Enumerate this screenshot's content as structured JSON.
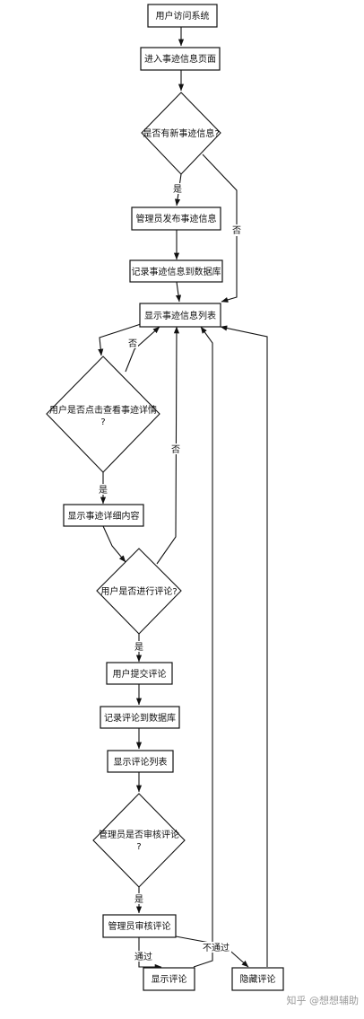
{
  "nodes": {
    "start": "用户访问系统",
    "enter_page": "进入事迹信息页面",
    "q_new": "是否有新事迹信息?",
    "admin_publish": "管理员发布事迹信息",
    "record_info": "记录事迹信息到数据库",
    "show_list": "显示事迹信息列表",
    "q_click_line1": "用户是否点击查看事迹详情",
    "q_click_line2": "?",
    "show_detail": "显示事迹详细内容",
    "q_comment": "用户是否进行评论?",
    "submit_comment": "用户提交评论",
    "record_comment": "记录评论到数据库",
    "show_comments": "显示评论列表",
    "q_review_line1": "管理员是否审核评论",
    "q_review_line2": "?",
    "admin_review": "管理员审核评论",
    "display_comment": "显示评论",
    "hide_comment": "隐藏评论"
  },
  "edge_labels": {
    "yes_new": "是",
    "no_new": "否",
    "no_click": "否",
    "yes_click": "是",
    "no_comment": "否",
    "yes_comment": "是",
    "yes_review": "是",
    "pass": "通过",
    "not_pass": "不通过"
  },
  "watermark": "知乎 @想想辅助"
}
